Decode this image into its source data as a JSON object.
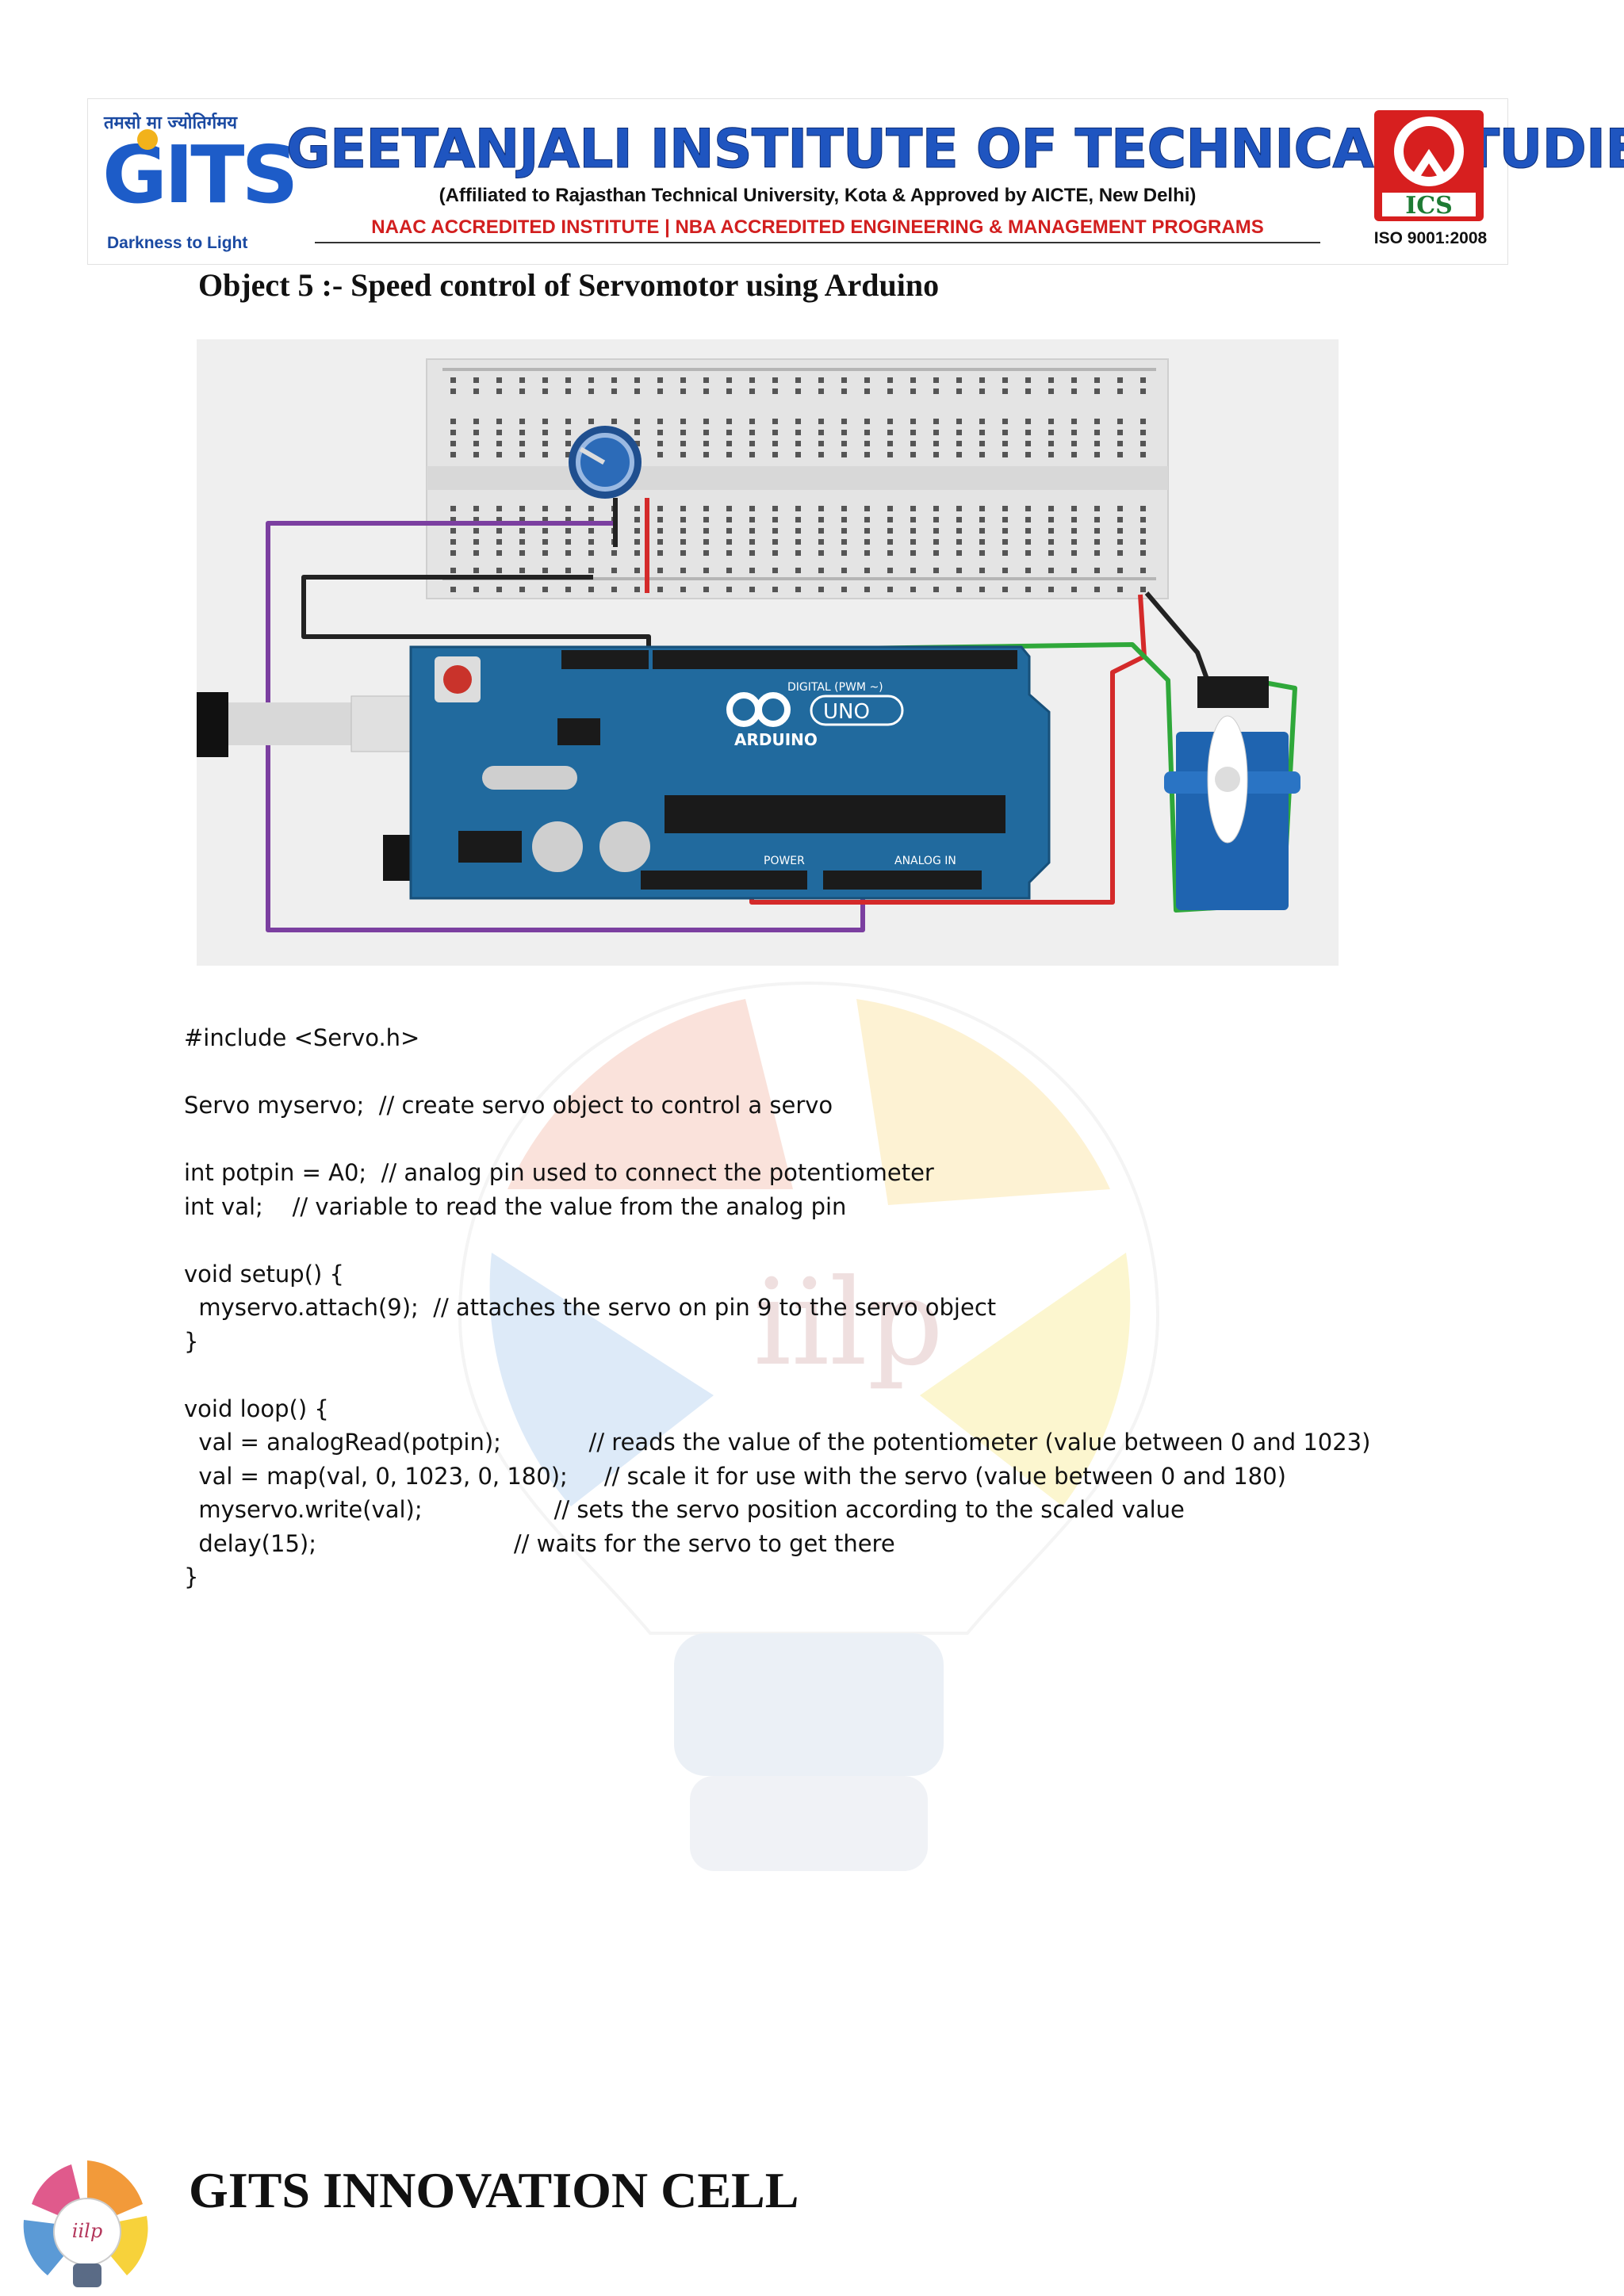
{
  "header": {
    "motto": "तमसो मा ज्योतिर्गमय",
    "logo_text": "GITS",
    "tagline": "Darkness to Light",
    "institute_name": "GEETANJALI INSTITUTE OF TECHNICAL STUDIES",
    "affiliation": "(Affiliated to Rajasthan Technical University, Kota & Approved by AICTE, New Delhi)",
    "accreditation": "NAAC ACCREDITED INSTITUTE | NBA ACCREDITED ENGINEERING & MANAGEMENT PROGRAMS",
    "ics_logo_text": "ICS",
    "iso": "ISO 9001:2008"
  },
  "object_title": "Object 5 :- Speed control of Servomotor using Arduino",
  "circuit": {
    "board_brand": "ARDUINO",
    "board_model": "UNO",
    "digital_label": "DIGITAL (PWM ~)",
    "power_label": "POWER",
    "analog_label": "ANALOG IN",
    "wire_colors": {
      "purple": "#7b3fa0",
      "black": "#222222",
      "red": "#d42a2a",
      "green": "#2fa83a"
    }
  },
  "code_lines": [
    "#include <Servo.h>",
    "",
    "Servo myservo;  // create servo object to control a servo",
    "",
    "int potpin = A0;  // analog pin used to connect the potentiometer",
    "int val;    // variable to read the value from the analog pin",
    "",
    "void setup() {",
    "  myservo.attach(9);  // attaches the servo on pin 9 to the servo object",
    "}",
    "",
    "void loop() {",
    "  val = analogRead(potpin);            // reads the value of the potentiometer (value between 0 and 1023)",
    "  val = map(val, 0, 1023, 0, 180);     // scale it for use with the servo (value between 0 and 180)",
    "  myservo.write(val);                  // sets the servo position according to the scaled value",
    "  delay(15);                           // waits for the servo to get there",
    "}"
  ],
  "footer": {
    "title": "GITS INNOVATION CELL",
    "logo_text": "iilp"
  },
  "watermark_text": "iilp"
}
